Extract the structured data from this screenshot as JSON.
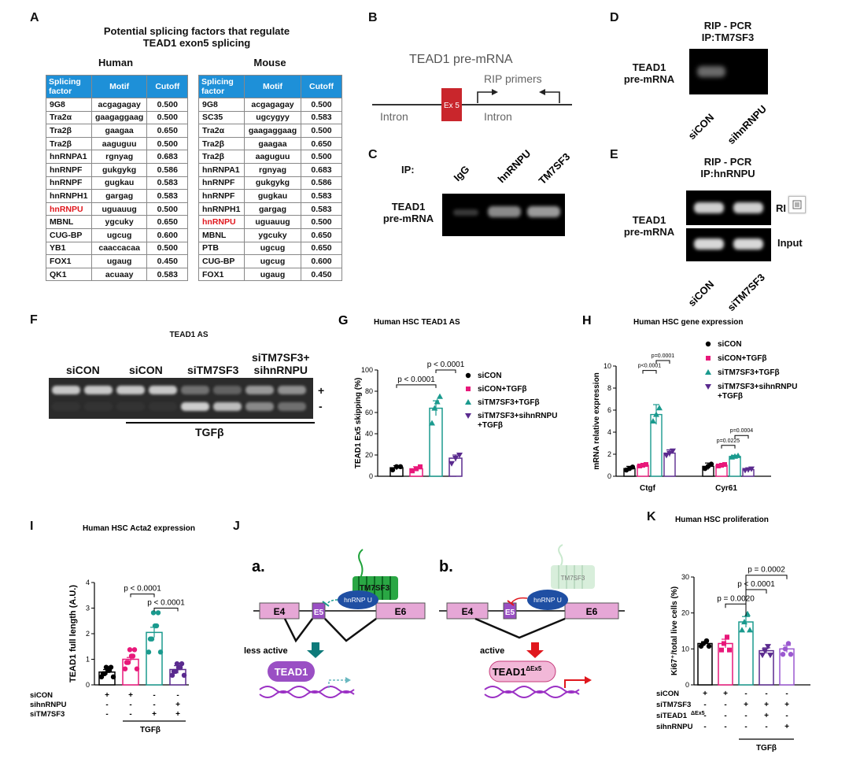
{
  "panelA": {
    "letter": "A",
    "title1": "Potential splicing factors that regulate",
    "title2": "TEAD1 exon5 splicing",
    "human": {
      "label": "Human",
      "headers": [
        "Splicing factor",
        "Motif",
        "Cutoff"
      ],
      "rows": [
        [
          "9G8",
          "acgagagay",
          "0.500"
        ],
        [
          "Tra2α",
          "gaagaggaag",
          "0.500"
        ],
        [
          "Tra2β",
          "gaagaa",
          "0.650"
        ],
        [
          "Tra2β",
          "aaguguu",
          "0.500"
        ],
        [
          "hnRNPA1",
          "rgnyag",
          "0.683"
        ],
        [
          "hnRNPF",
          "gukgykg",
          "0.586"
        ],
        [
          "hnRNPF",
          "gugkau",
          "0.583"
        ],
        [
          "hnRNPH1",
          "gargag",
          "0.583"
        ],
        [
          "hnRNPU",
          "uguauug",
          "0.500"
        ],
        [
          "MBNL",
          "ygcuky",
          "0.650"
        ],
        [
          "CUG-BP",
          "ugcug",
          "0.600"
        ],
        [
          "YB1",
          "caaccacaa",
          "0.500"
        ],
        [
          "FOX1",
          "ugaug",
          "0.450"
        ],
        [
          "QK1",
          "acuaay",
          "0.583"
        ]
      ]
    },
    "mouse": {
      "label": "Mouse",
      "headers": [
        "Splicing factor",
        "Motif",
        "Cutoff"
      ],
      "rows": [
        [
          "9G8",
          "acgagagay",
          "0.500"
        ],
        [
          "SC35",
          "ugcygyy",
          "0.583"
        ],
        [
          "Tra2α",
          "gaagaggaag",
          "0.500"
        ],
        [
          "Tra2β",
          "gaagaa",
          "0.650"
        ],
        [
          "Tra2β",
          "aaguguu",
          "0.500"
        ],
        [
          "hnRNPA1",
          "rgnyag",
          "0.683"
        ],
        [
          "hnRNPF",
          "gukgykg",
          "0.586"
        ],
        [
          "hnRNPF",
          "gugkau",
          "0.583"
        ],
        [
          "hnRNPH1",
          "gargag",
          "0.583"
        ],
        [
          "hnRNPU",
          "uguauug",
          "0.500"
        ],
        [
          "MBNL",
          "ygcuky",
          "0.650"
        ],
        [
          "PTB",
          "ugcug",
          "0.650"
        ],
        [
          "CUG-BP",
          "ugcug",
          "0.600"
        ],
        [
          "FOX1",
          "ugaug",
          "0.450"
        ]
      ]
    },
    "highlight": "hnRNPU"
  },
  "panelB": {
    "letter": "B",
    "title": "TEAD1 pre-mRNA",
    "exon": "Ex 5",
    "primers": "RIP primers",
    "intron": "Intron"
  },
  "panelC": {
    "letter": "C",
    "ip": "IP:",
    "lanes": [
      "IgG",
      "hnRNPU",
      "TM7SF3"
    ],
    "target1": "TEAD1",
    "target2": "pre-mRNA"
  },
  "panelD": {
    "letter": "D",
    "title1": "RIP - PCR",
    "title2": "IP:TM7SF3",
    "target1": "TEAD1",
    "target2": "pre-mRNA",
    "lanes": [
      "siCON",
      "sihnRNPU"
    ]
  },
  "panelE": {
    "letter": "E",
    "title1": "RIP - PCR",
    "title2": "IP:hnRNPU",
    "target1": "TEAD1",
    "target2": "pre-mRNA",
    "row1": "RI",
    "row2": "Input",
    "lanes": [
      "siCON",
      "siTM7SF3"
    ]
  },
  "panelF": {
    "letter": "F",
    "title": "TEAD1 AS",
    "groups": [
      "siCON",
      "siCON",
      "siTM7SF3",
      "siTM7SF3+",
      "sihnRNPU"
    ],
    "plus": "+",
    "minus": "-",
    "treatment": "TGFβ"
  },
  "legend4": [
    "siCON",
    "siCON+TGFβ",
    "siTM7SF3+TGFβ",
    "siTM7SF3+sihnRNPU",
    "+TGFβ"
  ],
  "panelI_letter": "I",
  "panelJ": {
    "letter": "J",
    "a": "a.",
    "b": "b.",
    "e4": "E4",
    "e5": "E5",
    "e6": "E6",
    "tm": "TM7SF3",
    "hn": "hnRNP U",
    "less": "less active",
    "active": "active",
    "tead": "TEAD1",
    "tead_ex": "TEAD1",
    "tead_sup": "ΔEx5"
  },
  "panelK_letter": "K",
  "chart_data": [
    {
      "id": "G",
      "type": "bar",
      "letter": "G",
      "title": "Human HSC TEAD1 AS",
      "ylabel": "TEAD1 Ex5 skipping (%)",
      "ylim": [
        0,
        100
      ],
      "yticks": [
        0,
        20,
        40,
        60,
        80,
        100
      ],
      "categories": [
        "siCON",
        "siCON+TGFβ",
        "siTM7SF3+TGFβ",
        "siTM7SF3+sihnRNPU+TGFβ"
      ],
      "values": [
        8,
        7,
        64,
        17
      ],
      "errors": [
        2,
        2,
        7,
        3
      ],
      "points": [
        [
          6,
          9,
          9
        ],
        [
          5,
          7,
          9
        ],
        [
          50,
          64,
          70,
          75
        ],
        [
          12,
          17,
          20
        ]
      ],
      "pvalues": [
        "p < 0.0001",
        "p < 0.0001"
      ]
    },
    {
      "id": "H",
      "type": "bar",
      "letter": "H",
      "title": "Human HSC gene expression",
      "ylabel": "mRNA relative expression",
      "ylim": [
        0,
        10
      ],
      "yticks": [
        0,
        2,
        4,
        6,
        8,
        10
      ],
      "categories": [
        "Ctgf",
        "Cyr61"
      ],
      "series": [
        {
          "name": "siCON",
          "values": [
            0.7,
            0.9
          ],
          "errors": [
            0.2,
            0.3
          ]
        },
        {
          "name": "siCON+TGFβ",
          "values": [
            1.0,
            1.0
          ],
          "errors": [
            0.1,
            0.1
          ]
        },
        {
          "name": "siTM7SF3+TGFβ",
          "values": [
            5.6,
            1.8
          ],
          "errors": [
            0.9,
            0.1
          ]
        },
        {
          "name": "siTM7SF3+sihnRNPU+TGFβ",
          "values": [
            2.1,
            0.6
          ],
          "errors": [
            0.3,
            0.1
          ]
        }
      ],
      "pvalues": [
        "p<0.0001",
        "p=0.0001",
        "p=0.0225",
        "p=0.0004"
      ]
    },
    {
      "id": "I",
      "type": "bar",
      "title": "Human HSC Acta2 expression",
      "ylabel": "TEAD1 full length (A.U.)",
      "ylim": [
        0,
        4
      ],
      "yticks": [
        0,
        1,
        2,
        3,
        4
      ],
      "categories": [
        "siCON",
        "siCON+TGFβ",
        "siTM7SF3+TGFβ",
        "siTM7SF3+sihnRNPU+TGFβ"
      ],
      "values": [
        0.5,
        1.0,
        2.05,
        0.6
      ],
      "errors": [
        0.1,
        0.07,
        0.2,
        0.15
      ],
      "pvalues": [
        "p < 0.0001",
        "p < 0.0001"
      ],
      "rows": [
        {
          "label": "siCON",
          "marks": [
            "+",
            "+",
            "-",
            "-"
          ]
        },
        {
          "label": "sihnRNPU",
          "marks": [
            "-",
            "-",
            "-",
            "+"
          ]
        },
        {
          "label": "siTM7SF3",
          "marks": [
            "-",
            "-",
            "+",
            "+"
          ]
        }
      ],
      "treatment": "TGFβ"
    },
    {
      "id": "K",
      "type": "bar",
      "title": "Human HSC proliferation",
      "ylabel": "Ki67⁺/total live cells (%)",
      "ylim": [
        0,
        30
      ],
      "yticks": [
        0,
        10,
        20,
        30
      ],
      "values": [
        11.5,
        11.5,
        17.5,
        9.5,
        10.0
      ],
      "errors": [
        0.5,
        1.2,
        1.5,
        0.8,
        1.0
      ],
      "pvalues": [
        "p = 0.0020",
        "p < 0.0001",
        "p = 0.0002"
      ],
      "rows": [
        {
          "label": "siCON",
          "marks": [
            "+",
            "+",
            "-",
            "-",
            "-"
          ]
        },
        {
          "label": "siTM7SF3",
          "marks": [
            "-",
            "-",
            "+",
            "+",
            "+"
          ]
        },
        {
          "label": "siTEAD1",
          "sup": "ΔEx5",
          "marks": [
            "-",
            "-",
            "-",
            "+",
            "-"
          ]
        },
        {
          "label": "sihnRNPU",
          "marks": [
            "-",
            "-",
            "-",
            "-",
            "+"
          ]
        }
      ],
      "treatment": "TGFβ"
    }
  ],
  "colors": {
    "black": "#000000",
    "pink": "#e8187a",
    "teal": "#1a9a8e",
    "purple": "#5a2a8e",
    "lilac": "#9b59d0",
    "green": "#1fa23a",
    "blue": "#1f4fa3",
    "red": "#e0171d"
  }
}
